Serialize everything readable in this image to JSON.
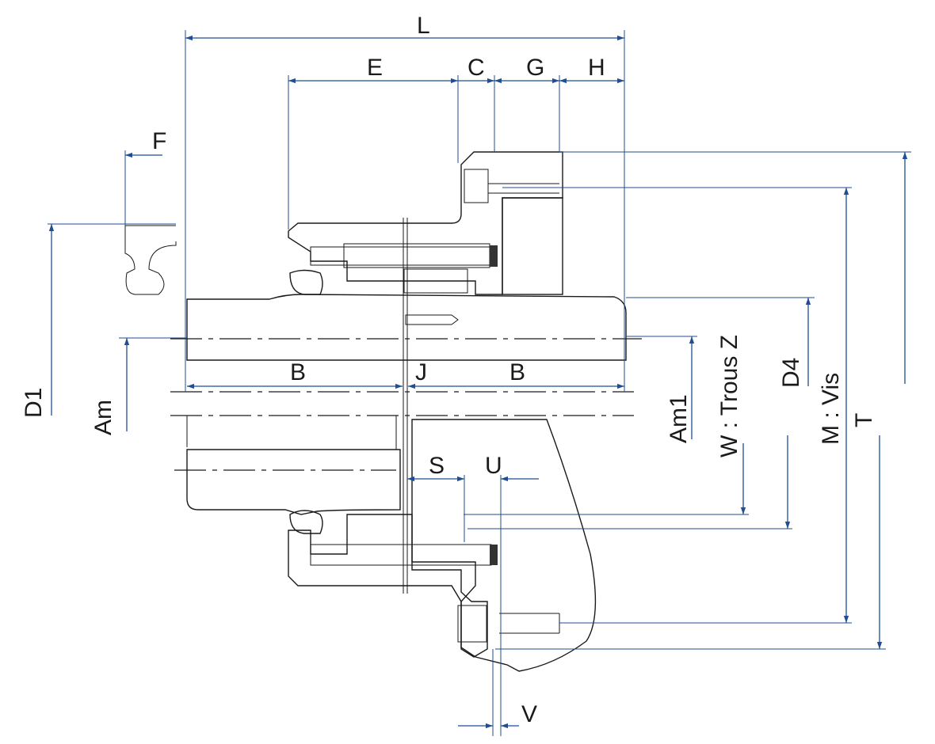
{
  "title": "",
  "colors": {
    "dimension": "#1f4e93",
    "drawing": "#1a1a1a",
    "background": "#ffffff"
  },
  "labels": {
    "L": "L",
    "E": "E",
    "C": "C",
    "G": "G",
    "H": "H",
    "F": "F",
    "D1": "D1",
    "Am": "Am",
    "B_left": "B",
    "J": "J",
    "B_right": "B",
    "Am1": "Am1",
    "W": "W : Trous Z",
    "D4": "D4",
    "M": "M : Vis",
    "T": "T",
    "S": "S",
    "U": "U",
    "V": "V"
  }
}
